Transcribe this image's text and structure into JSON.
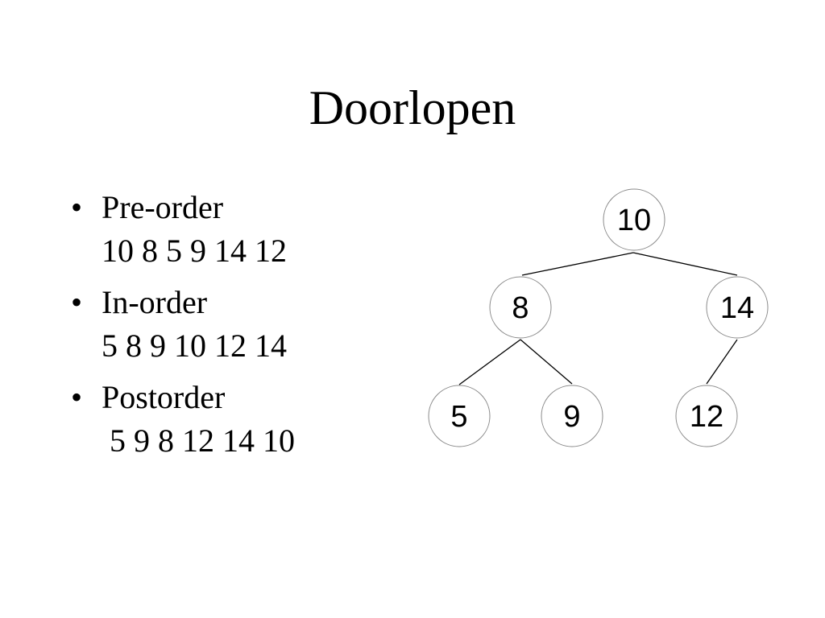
{
  "slide": {
    "title": "Doorlopen"
  },
  "traversals": [
    {
      "label": "Pre-order",
      "sequence": "10 8 5 9 14 12"
    },
    {
      "label": "In-order",
      "sequence": "5 8 9 10 12 14"
    },
    {
      "label": "Postorder",
      "sequence": " 5 9 8 12 14 10"
    }
  ],
  "bullet_symbol": "•",
  "tree": {
    "nodes": [
      {
        "id": "n10",
        "value": "10"
      },
      {
        "id": "n8",
        "value": "8"
      },
      {
        "id": "n14",
        "value": "14"
      },
      {
        "id": "n5",
        "value": "5"
      },
      {
        "id": "n9",
        "value": "9"
      },
      {
        "id": "n12",
        "value": "12"
      }
    ],
    "edges": [
      [
        "n10",
        "n8"
      ],
      [
        "n10",
        "n14"
      ],
      [
        "n8",
        "n5"
      ],
      [
        "n8",
        "n9"
      ],
      [
        "n14",
        "n12"
      ]
    ]
  }
}
